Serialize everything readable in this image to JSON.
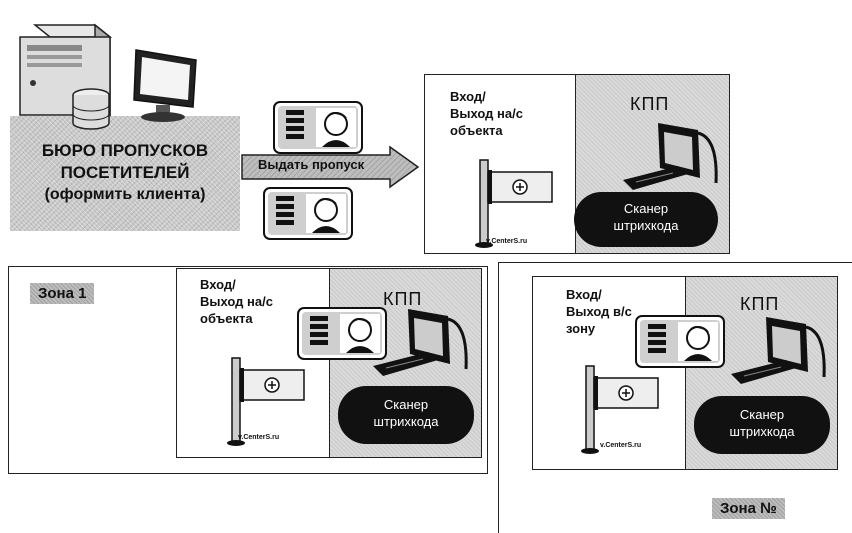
{
  "bureau": {
    "line1": "БЮРО ПРОПУСКОВ",
    "line2": "ПОСЕТИТЕЛЕЙ",
    "line3": "(оформить клиента)"
  },
  "arrow_label": "Выдать пропуск",
  "top_panel": {
    "enter_line1": "Вход/",
    "enter_line2": "Выход на/с",
    "enter_line3": "объекта",
    "kpp": "КПП",
    "scanner_line1": "Сканер",
    "scanner_line2": "штрихкода",
    "watermark": "v.CenterS.ru"
  },
  "zone1": {
    "label": "Зона 1",
    "enter_line1": "Вход/",
    "enter_line2": "Выход на/с",
    "enter_line3": "объекта",
    "kpp": "КПП",
    "scanner_line1": "Сканер",
    "scanner_line2": "штрихкода",
    "watermark": "v.CenterS.ru"
  },
  "zoneN": {
    "label": "Зона №",
    "enter_line1": "Вход/",
    "enter_line2": "Выход в/с",
    "enter_line3": "зону",
    "kpp": "КПП",
    "scanner_line1": "Сканер",
    "scanner_line2": "штрихкода",
    "watermark": "v.CenterS.ru"
  },
  "colors": {
    "ink": "#111111",
    "shade": "#c9c9c9",
    "panel_gray": "#dadada"
  },
  "icons": [
    "server-icon",
    "monitor-icon",
    "database-icon",
    "person-icon",
    "turnstile-icon",
    "barcode-scanner-icon"
  ]
}
